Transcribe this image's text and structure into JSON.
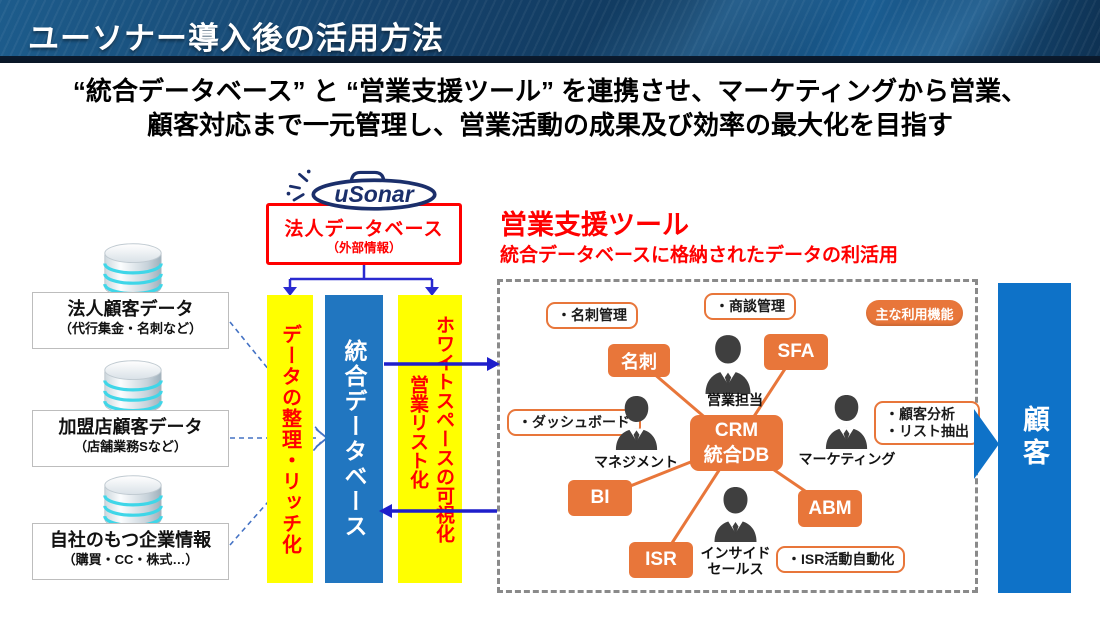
{
  "header": {
    "title": "ユーソナー導入後の活用方法"
  },
  "subtitle": {
    "line1": "“統合データベース” と “営業支援ツール” を連携させ、マーケティングから営業、",
    "line2": "顧客対応まで一元管理し、営業活動の成果及び効率の最大化を目指す"
  },
  "usonar": {
    "logo_text": "uSonar",
    "box_title": "法人データベース",
    "box_subtitle": "（外部情報）"
  },
  "sources": {
    "items": [
      {
        "label": "法人顧客データ",
        "sub": "（代行集金・名刺など）"
      },
      {
        "label": "加盟店顧客データ",
        "sub": "（店舗業務Sなど）"
      },
      {
        "label": "自社のもつ企業情報",
        "sub": "（購買・CC・株式…）"
      }
    ]
  },
  "pipeline": {
    "enrich_label": "データの整理・リッチ化",
    "db_label": "統合データベース",
    "whitespace_label": "ホワイトスペースの可視化",
    "saleslist_label": "営業リスト化"
  },
  "sales_tool": {
    "title": "営業支援ツール",
    "subtitle": "統合データベースに格納されたデータの利活用",
    "badge": "主な利用機能",
    "center": {
      "line1": "CRM",
      "line2": "統合DB"
    },
    "nodes": {
      "meishi": "名刺",
      "sfa": "SFA",
      "bi": "BI",
      "isr": "ISR",
      "abm": "ABM"
    },
    "roles": {
      "sales": "営業担当",
      "management": "マネジメント",
      "marketing": "マーケティング",
      "inside_line1": "インサイド",
      "inside_line2": "セールス"
    },
    "features": {
      "card": "・名刺管理",
      "deal": "・商談管理",
      "dashboard": "・ダッシュボード",
      "analysis_line1": "・顧客分析",
      "analysis_line2": "・リスト抽出",
      "isr_auto": "・ISR活動自動化"
    }
  },
  "customer": {
    "label": "顧客"
  },
  "colors": {
    "accent_orange": "#e8763a",
    "bar_yellow": "#ffff00",
    "bar_blue": "#2176c0",
    "customer_blue": "#0e72c8",
    "accent_red": "#ff0000",
    "arrow_blue": "#2222cc",
    "dashed_line_blue": "#4472c4",
    "person_gray": "#3f3f3f"
  }
}
